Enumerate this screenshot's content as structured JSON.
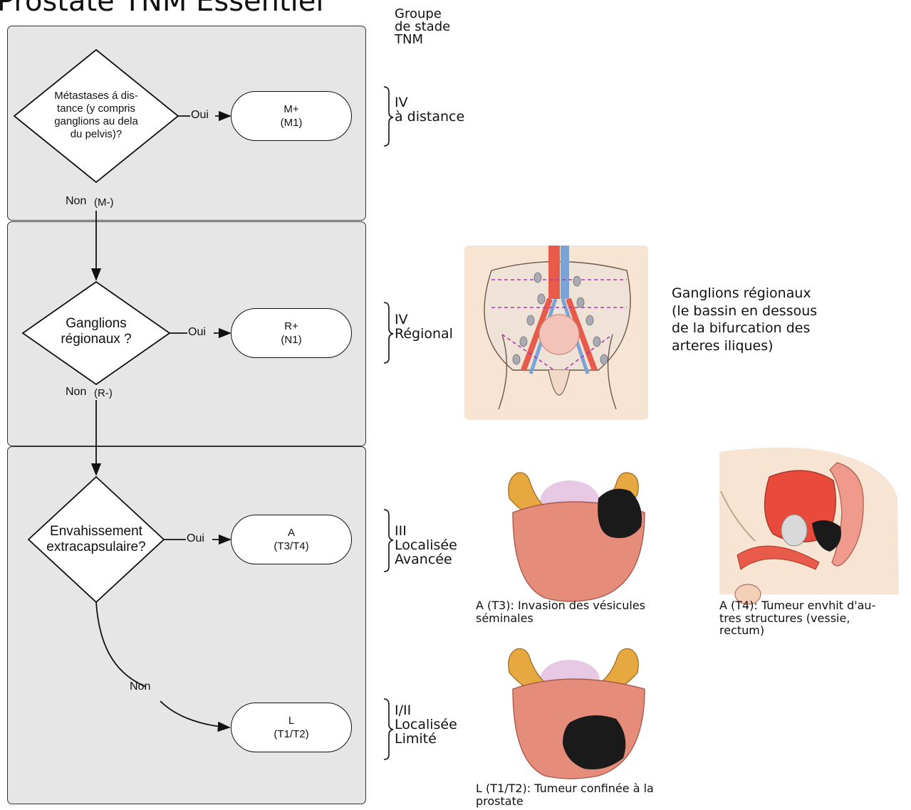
{
  "title": "Prostate TNM Essentiel",
  "stage_header": "Groupe\nde stade\nTNM",
  "questions": {
    "q1": "Métastases á dis-\ntance (y compris\nganglions au dela\ndu pelvis)?",
    "q2": "Ganglions\nrégionaux ?",
    "q3": "Envahissement\nextracapsulaire?"
  },
  "nodes": {
    "m": {
      "line1": "M+",
      "line2": "(M1)"
    },
    "r": {
      "line1": "R+",
      "line2": "(N1)"
    },
    "a": {
      "line1": "A",
      "line2": "(T3/T4)"
    },
    "l": {
      "line1": "L",
      "line2": "(T1/T2)"
    }
  },
  "edges": {
    "oui": "Oui",
    "non": "Non",
    "non_m": "(M-)",
    "non_r": "(R-)"
  },
  "stages": {
    "distance": "IV\nà distance",
    "regional": "IV\nRégional",
    "local_adv": "III\nLocalisée\nAvancée",
    "local_lim": "I/II\nLocalisée\nLimité"
  },
  "notes": {
    "regional": "Ganglions régionaux\n(le bassin en dessous\nde la bifurcation des\narteres iliques)"
  },
  "captions": {
    "t3": "A (T3): Invasion des vésicules\nséminales",
    "t4": "A (T4): Tumeur envhit d'au-\ntres structures (vessie,\nrectum)",
    "t12": "L (T1/T2): Tumeur confinée à la\nprostate"
  },
  "colors": {
    "panel": "#e6e6e6",
    "skin": "#f7e4d2",
    "prostate": "#e68c7a",
    "tumor": "#1a1a1a",
    "vesicle": "#e8a840",
    "bladder": "#e84a3c"
  }
}
